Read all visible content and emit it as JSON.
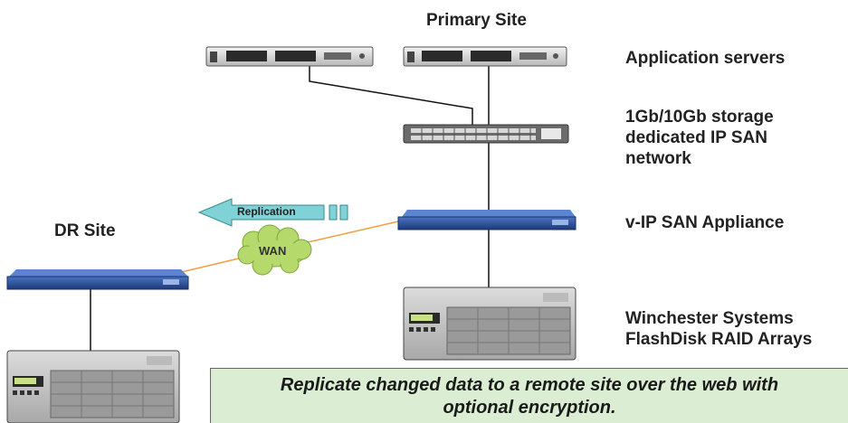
{
  "labels": {
    "primary_site": "Primary Site",
    "dr_site": "DR Site",
    "application_servers": "Application servers",
    "storage_network_line1": "1Gb/10Gb storage",
    "storage_network_line2": "dedicated IP SAN",
    "storage_network_line3": "network",
    "appliance": "v-IP SAN Appliance",
    "raid_line1": "Winchester Systems",
    "raid_line2": "FlashDisk RAID Arrays"
  },
  "wan": "WAN",
  "replication": "Replication",
  "banner": {
    "line1": "Replicate changed data to a remote site over the web with",
    "line2": "optional encryption."
  },
  "colors": {
    "appliance_blue": "#2b4f96",
    "wan_cloud": "#b5d96a",
    "replication_arrow": "#7fd3d6",
    "wan_link": "#f0a040",
    "banner_bg": "#dbeed3"
  }
}
